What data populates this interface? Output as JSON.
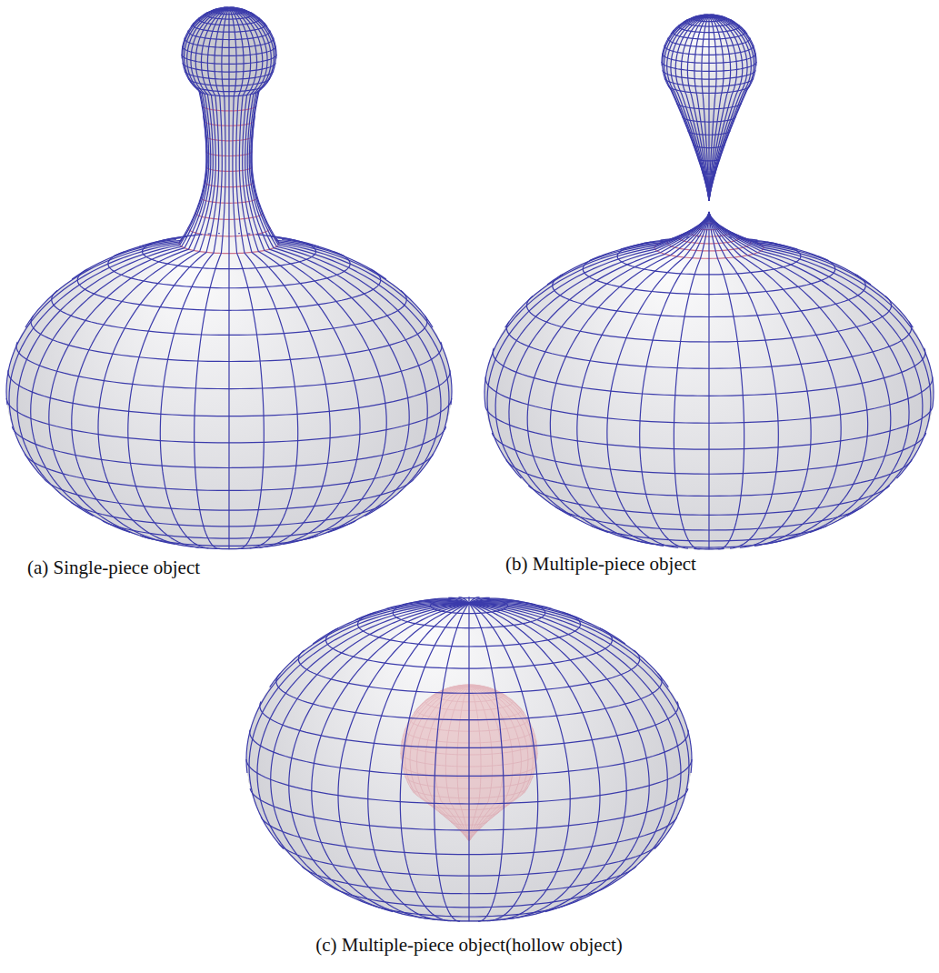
{
  "diagram": {
    "labels": [
      "(a) Single-piece object",
      "(b) Multiple-piece object",
      "(c) Multiple-piece object(hollow object)"
    ]
  }
}
